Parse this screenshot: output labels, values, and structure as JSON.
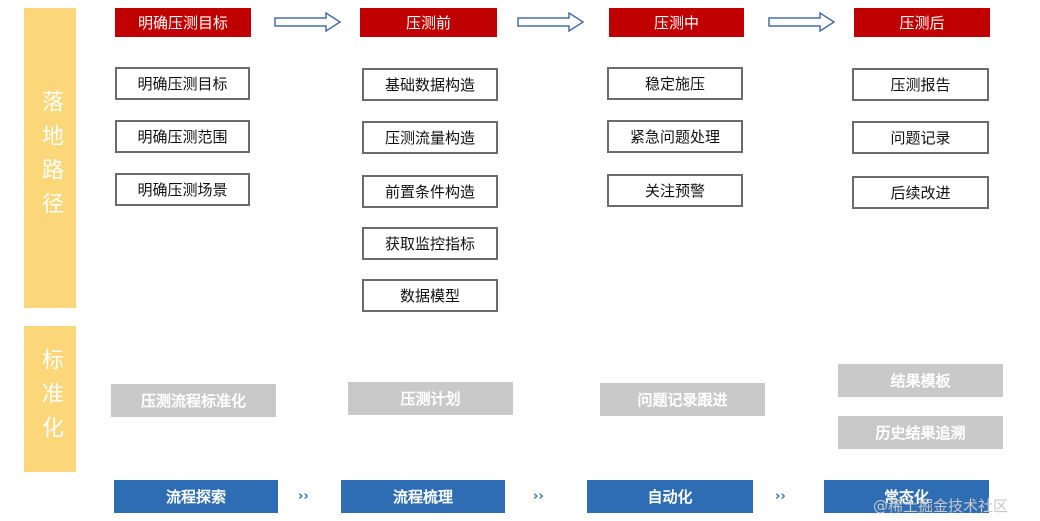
{
  "sidebar": {
    "top_label": "落地路径",
    "bottom_label": "标准化"
  },
  "phases": [
    {
      "title": "明确压测目标",
      "items": [
        "明确压测目标",
        "明确压测范围",
        "明确压测场景"
      ],
      "standard": [
        "压测流程标准化"
      ],
      "stage": "流程探索"
    },
    {
      "title": "压测前",
      "items": [
        "基础数据构造",
        "压测流量构造",
        "前置条件构造",
        "获取监控指标",
        "数据模型"
      ],
      "standard": [
        "压测计划"
      ],
      "stage": "流程梳理"
    },
    {
      "title": "压测中",
      "items": [
        "稳定施压",
        "紧急问题处理",
        "关注预警"
      ],
      "standard": [
        "问题记录跟进"
      ],
      "stage": "自动化"
    },
    {
      "title": "压测后",
      "items": [
        "压测报告",
        "问题记录",
        "后续改进"
      ],
      "standard": [
        "结果模板",
        "历史结果追溯"
      ],
      "stage": "常态化"
    }
  ],
  "stage_separator": "››",
  "watermark": "@稀土掘金技术社区",
  "colors": {
    "phase_header": "#c00000",
    "sidebar": "#fcd779",
    "standard_box": "#c9c9c9",
    "stage_box": "#2e6db4",
    "arrow_outline": "#4a6fa5"
  }
}
